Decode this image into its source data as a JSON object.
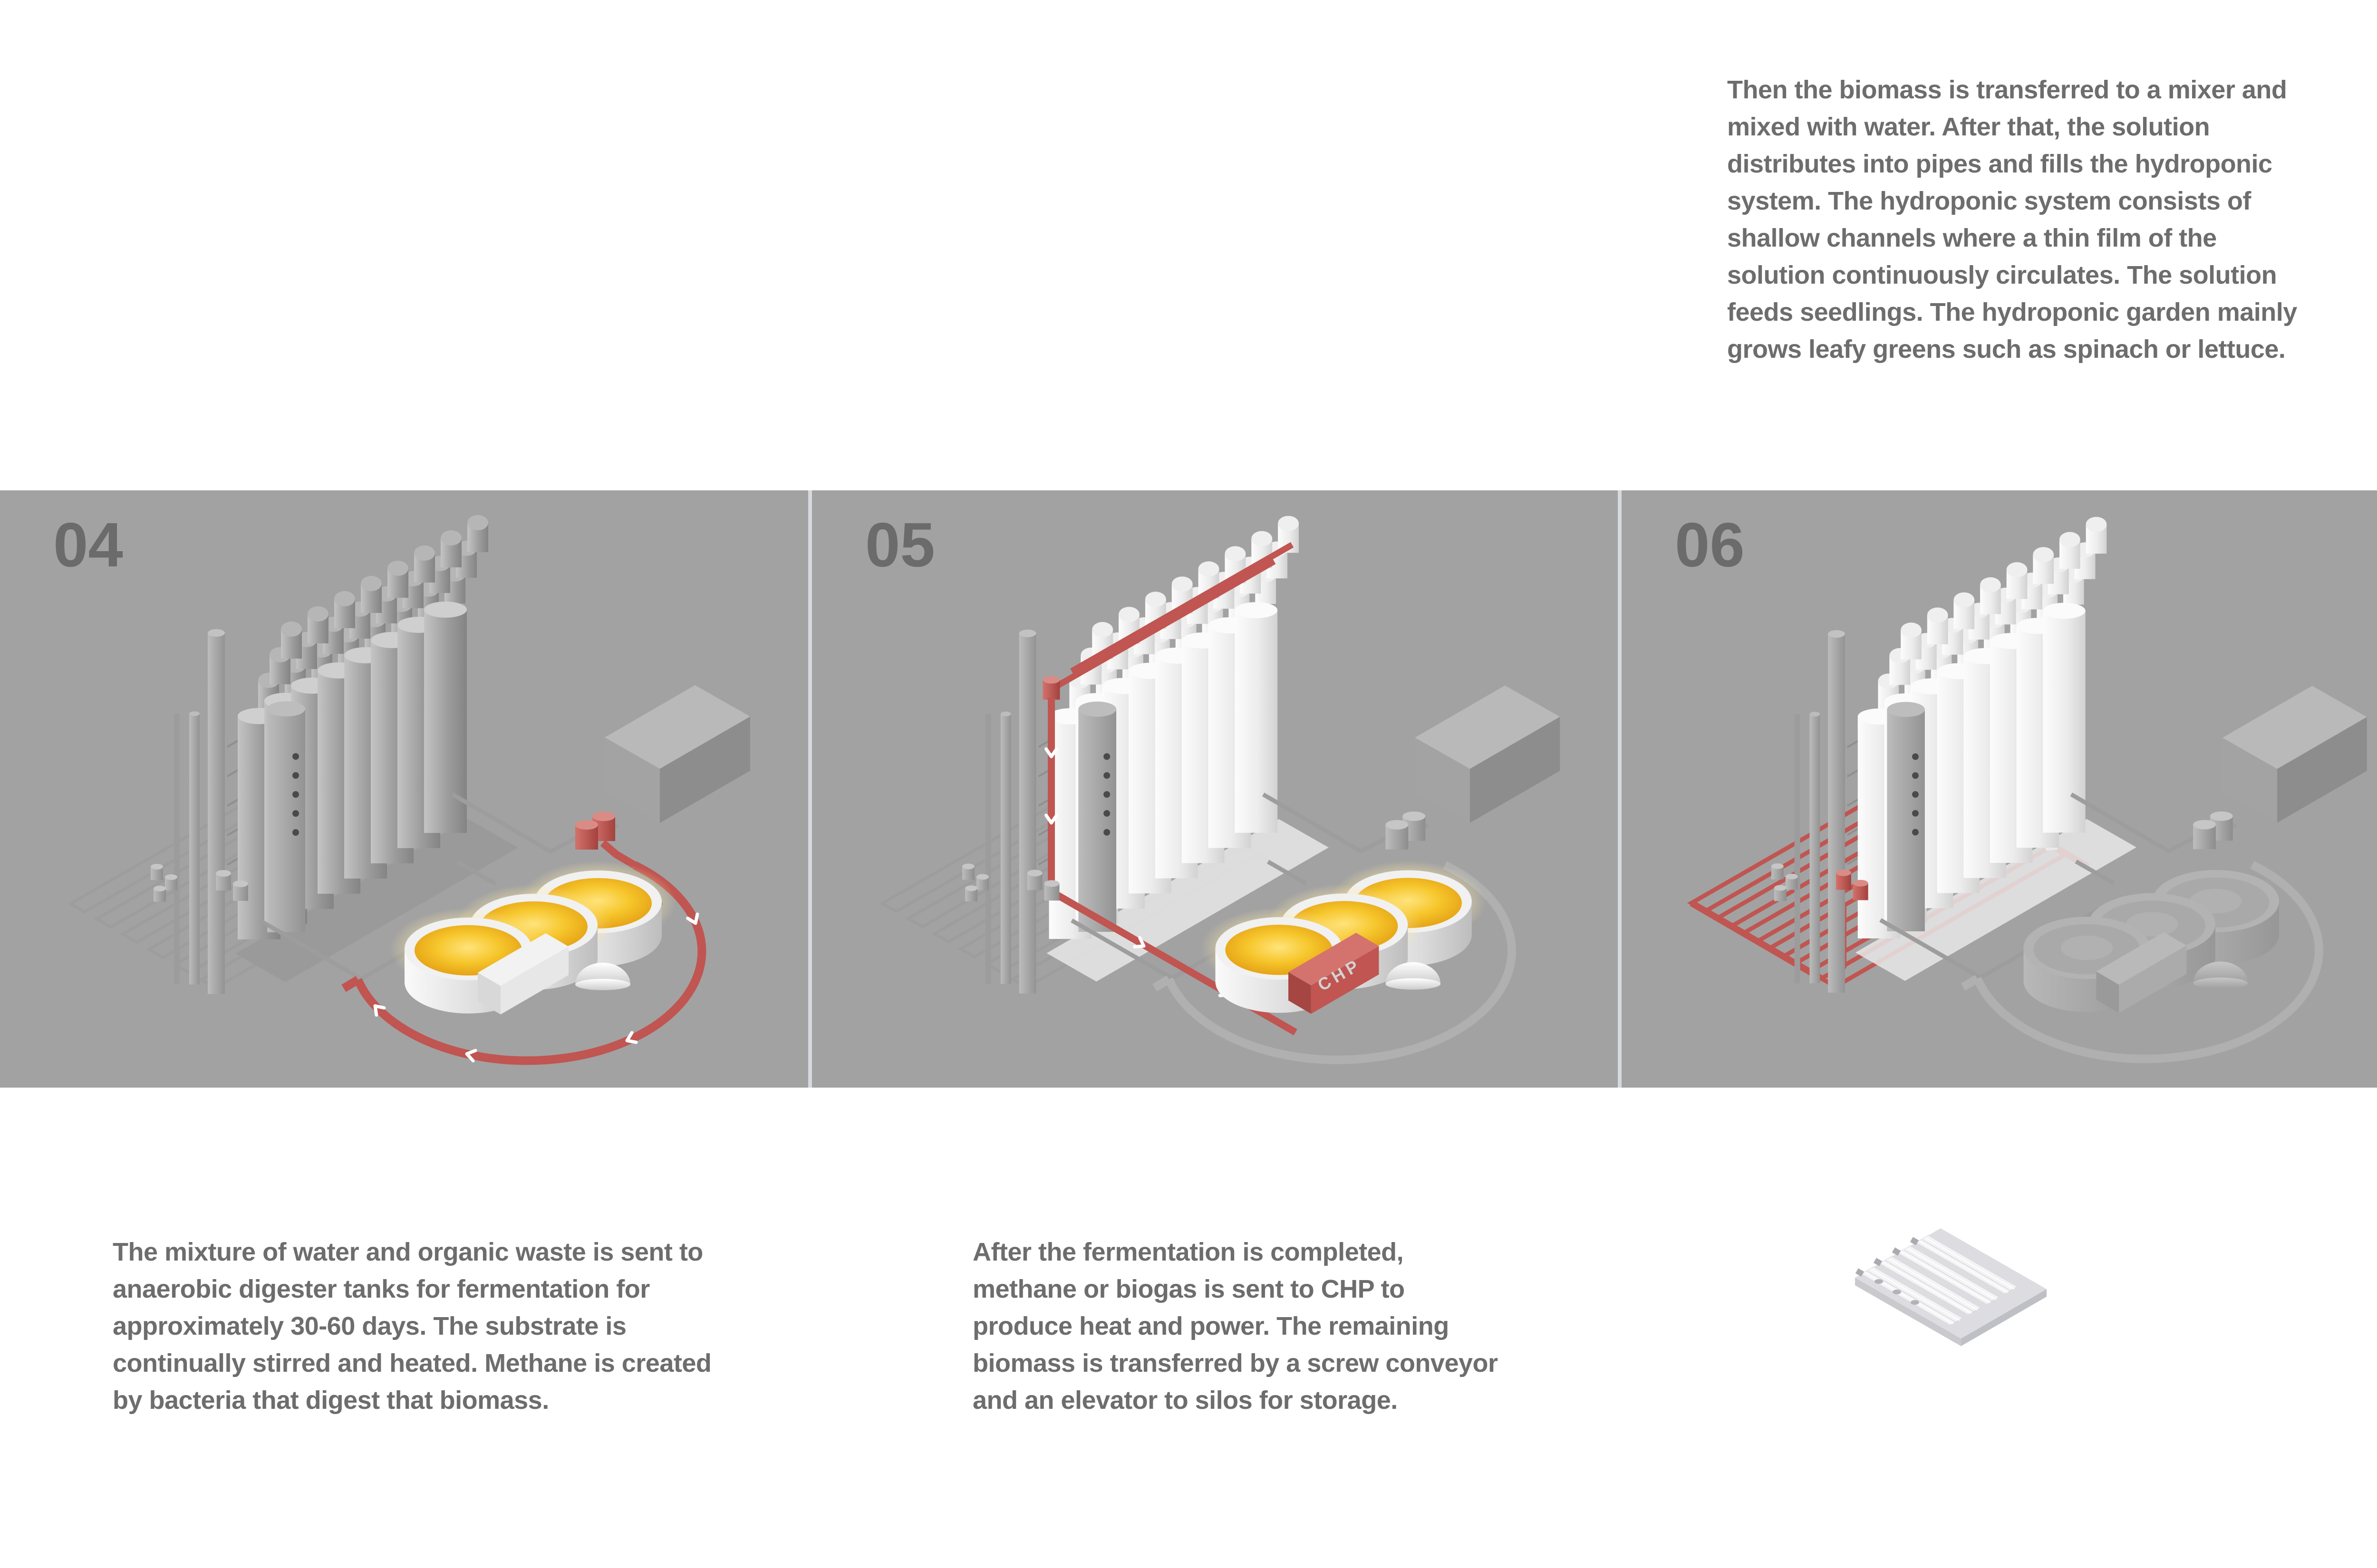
{
  "colors": {
    "band_bg": "#a2a2a2",
    "divider": "#d6d9de",
    "text_gray": "#6d6d6d",
    "number_gray": "#6b6b6b",
    "accent_red": "#c05551",
    "red_dark": "#a64642",
    "red_light": "#d4736d",
    "pipe_gray": "#9d9d9d",
    "substrate_yellow": "#f3c01f"
  },
  "intro": {
    "text": "Then the biomass is transferred to a mixer and\nmixed with water. After that, the solution\ndistributes into pipes and fills the hydroponic\nsystem. The hydroponic system consists of\nshallow channels where a thin film of the\nsolution continuously circulates. The solution\nfeeds seedlings. The hydroponic garden mainly\ngrows leafy greens such as spinach or lettuce."
  },
  "panels": [
    {
      "number": "04",
      "caption": "The mixture of water and organic waste is sent to\nanaerobic digester tanks for fermentation for\napproximately 30-60 days. The substrate is\ncontinually stirred and heated.  Methane is created\nby bacteria that digest that biomass."
    },
    {
      "number": "05",
      "caption": "After the fermentation is completed,\nmethane or biogas is sent to CHP to\nproduce heat and power. The remaining\nbiomass is transferred by a screw conveyor\nand an elevator to silos for storage.",
      "chp_label": "CHP"
    },
    {
      "number": "06"
    }
  ]
}
